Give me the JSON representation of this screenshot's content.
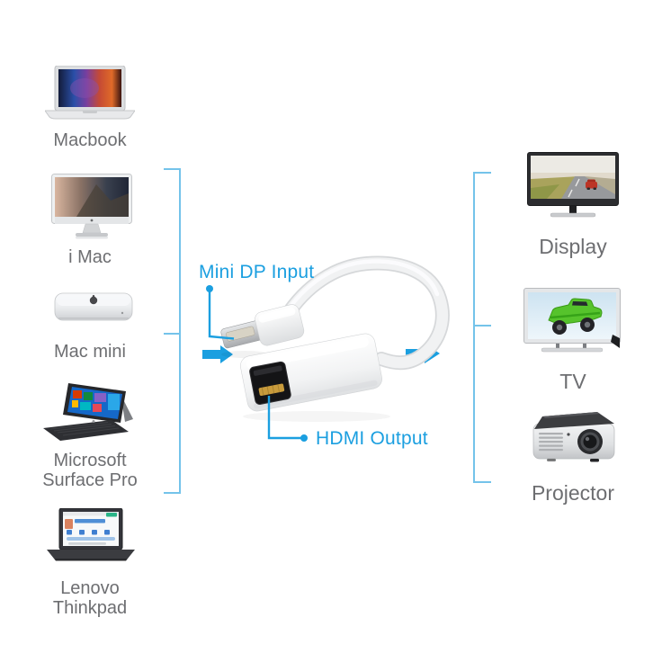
{
  "colors": {
    "accent_blue": "#1b9fe0",
    "bracket_blue": "#74c3ea",
    "label_gray": "#6d6e71",
    "background": "#ffffff"
  },
  "left_devices": {
    "items": [
      {
        "label": "Macbook",
        "icon": "macbook-icon"
      },
      {
        "label": "i Mac",
        "icon": "imac-icon"
      },
      {
        "label": "Mac mini",
        "icon": "mac-mini-icon"
      },
      {
        "label": "Microsoft\nSurface Pro",
        "icon": "surface-pro-icon"
      },
      {
        "label": "Lenovo\nThinkpad",
        "icon": "lenovo-thinkpad-icon"
      }
    ]
  },
  "adapter": {
    "input_label": "Mini DP Input",
    "output_label": "HDMI Output"
  },
  "right_devices": {
    "items": [
      {
        "label": "Display",
        "icon": "display-icon"
      },
      {
        "label": "TV",
        "icon": "tv-icon"
      },
      {
        "label": "Projector",
        "icon": "projector-icon"
      }
    ]
  }
}
